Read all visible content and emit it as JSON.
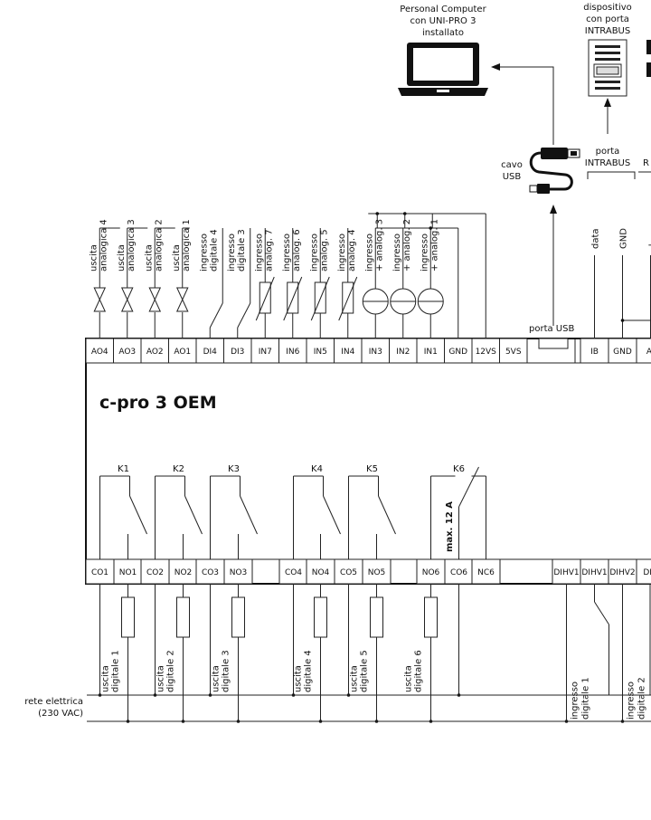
{
  "device": {
    "name": "c-pro 3 OEM",
    "top_terminals": [
      "AO4",
      "AO3",
      "AO2",
      "AO1",
      "DI4",
      "DI3",
      "IN7",
      "IN6",
      "IN5",
      "IN4",
      "IN3",
      "IN2",
      "IN1",
      "GND",
      "12VS",
      "5VS"
    ],
    "bottom_terminals": [
      "CO1",
      "NO1",
      "CO2",
      "NO2",
      "CO3",
      "NO3",
      "CO4",
      "NO4",
      "CO5",
      "NO5",
      "NO6",
      "CO6",
      "NC6"
    ],
    "intrabus_terminals": [
      "IB",
      "GND",
      "A/"
    ],
    "dihv_terminals": [
      "DIHV1",
      "DIHV1",
      "DIHV2",
      "DIH"
    ],
    "relays": [
      "K1",
      "K2",
      "K3",
      "K4",
      "K5",
      "K6"
    ],
    "k6_note": "max. 12 A",
    "usb_port_label": "porta USB"
  },
  "top_labels": [
    [
      "uscita",
      "analogica 4"
    ],
    [
      "uscita",
      "analogica 3"
    ],
    [
      "uscita",
      "analogica 2"
    ],
    [
      "uscita",
      "analogica 1"
    ],
    [
      "ingresso",
      "digitale 4"
    ],
    [
      "ingresso",
      "digitale 3"
    ],
    [
      "ingresso",
      "analog. 7"
    ],
    [
      "ingresso",
      "analog. 6"
    ],
    [
      "ingresso",
      "analog. 5"
    ],
    [
      "ingresso",
      "analog. 4"
    ],
    [
      "ingresso",
      "+ analog. 3"
    ],
    [
      "ingresso",
      "+ analog. 2"
    ],
    [
      "ingresso",
      "+ analog. 1"
    ]
  ],
  "output_labels": [
    [
      "uscita",
      "digitale 1"
    ],
    [
      "uscita",
      "digitale 2"
    ],
    [
      "uscita",
      "digitale 3"
    ],
    [
      "uscita",
      "digitale 4"
    ],
    [
      "uscita",
      "digitale 5"
    ],
    [
      "uscita",
      "digitale 6"
    ]
  ],
  "dihv_labels": [
    [
      "ingresso",
      "digitale 1"
    ],
    [
      "ingresso",
      "digitale 2"
    ]
  ],
  "intrabus_wire_labels": [
    "data",
    "GND",
    "+"
  ],
  "pc_label": [
    "Personal Computer",
    "con UNI-PRO 3",
    "installato"
  ],
  "device_label": [
    "dispositivo",
    "con porta",
    "INTRABUS"
  ],
  "cable_label": [
    "cavo",
    "USB"
  ],
  "intrabus_port_label": [
    "porta",
    "INTRABUS"
  ],
  "cut_letter": "R",
  "mains_label": [
    "rete elettrica",
    "(230 VAC)"
  ]
}
